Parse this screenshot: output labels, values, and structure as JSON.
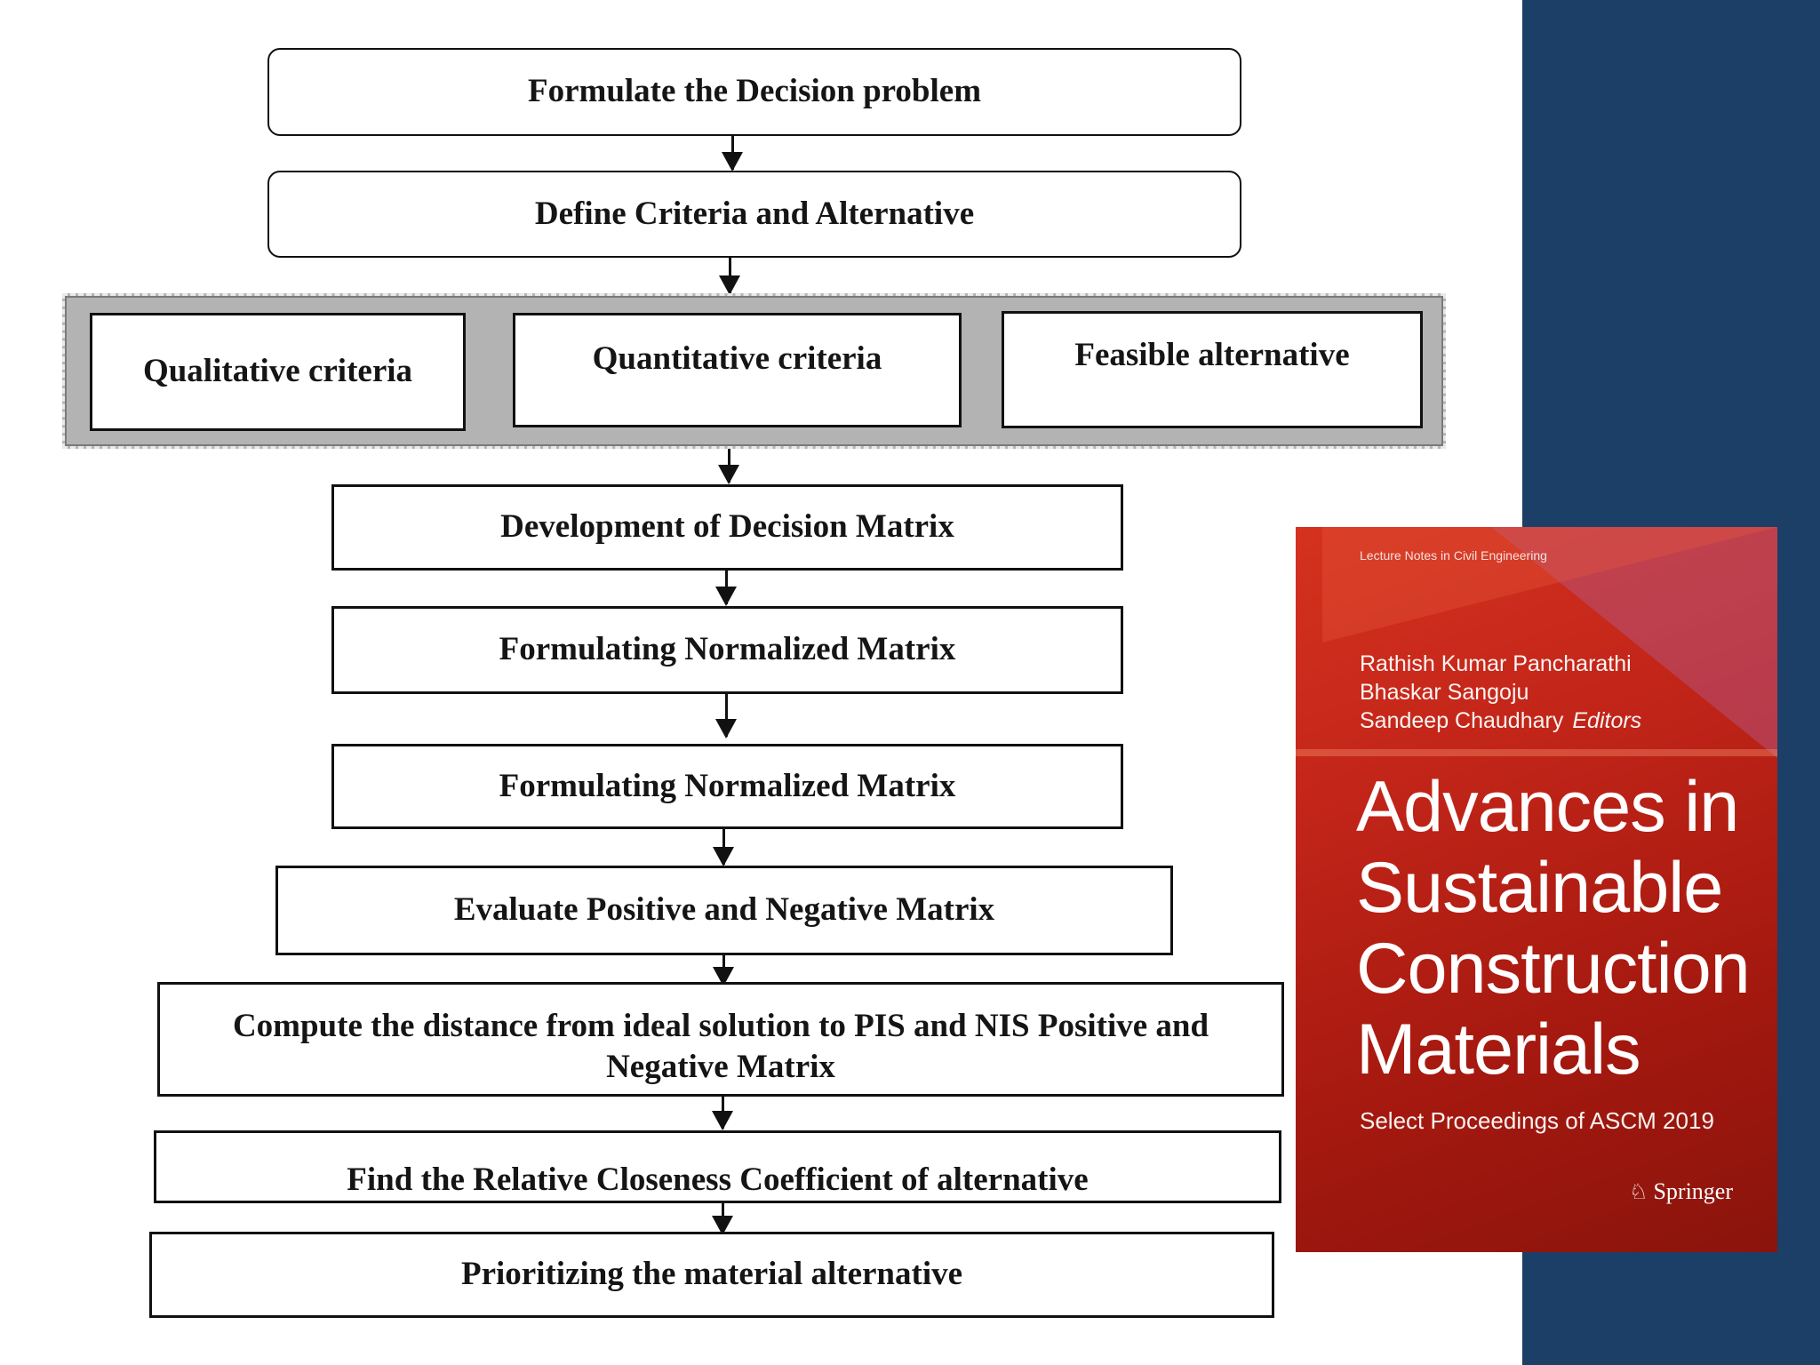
{
  "flowchart": {
    "step1": "Formulate the Decision problem",
    "step2": "Define Criteria and Alternative",
    "group": {
      "qualitative": "Qualitative criteria",
      "quantitative": "Quantitative criteria",
      "feasible": "Feasible alternative"
    },
    "step3": "Development of Decision Matrix",
    "step4": "Formulating Normalized Matrix",
    "step5": "Formulating Normalized Matrix",
    "step6": "Evaluate Positive and Negative Matrix",
    "step7": "Compute the distance from ideal solution to PIS and NIS Positive and Negative Matrix",
    "step8": "Find the Relative Closeness Coefficient of alternative",
    "step9": "Prioritizing the material alternative"
  },
  "book": {
    "series": "Lecture Notes in Civil Engineering",
    "editors": [
      "Rathish Kumar Pancharathi",
      "Bhaskar Sangoju",
      "Sandeep Chaudhary"
    ],
    "editors_tag": "Editors",
    "title_lines": [
      "Advances in",
      "Sustainable",
      "Construction",
      "Materials"
    ],
    "subtitle": "Select Proceedings of ASCM 2019",
    "publisher": "Springer",
    "publisher_icon": "springer-horse-icon"
  },
  "colors": {
    "panel": "#1b3f66",
    "cover_red": "#c02418",
    "group_fill": "#b3b3b3"
  }
}
